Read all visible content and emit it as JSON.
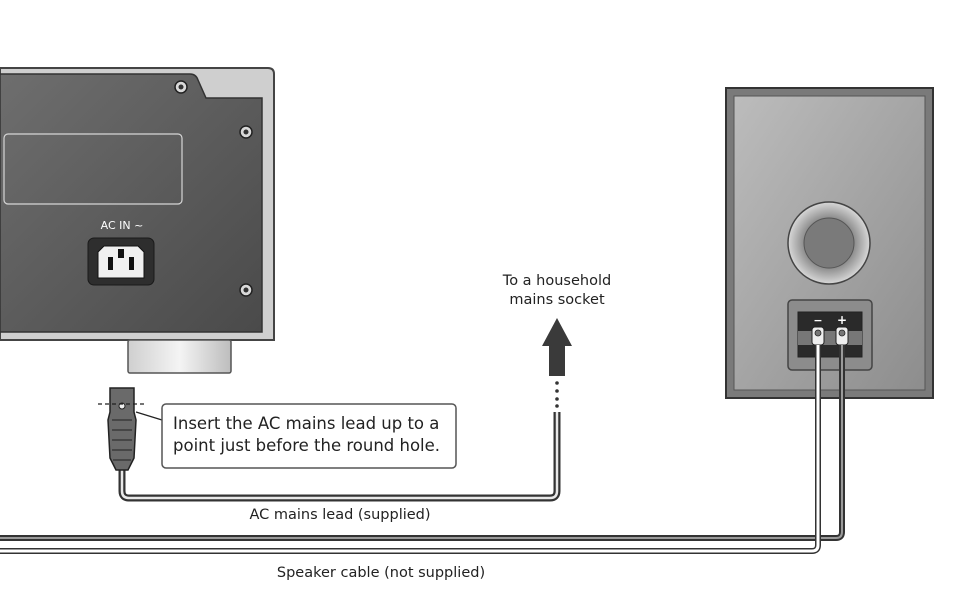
{
  "device": {
    "ac_in_label": "AC IN ~"
  },
  "labels": {
    "mains_socket_line1": "To a household",
    "mains_socket_line2": "mains socket",
    "callout_line1": "Insert the AC mains lead up to a",
    "callout_line2": "point just before the round hole.",
    "ac_lead": "AC mains lead (supplied)",
    "speaker_cable": "Speaker cable (not supplied)"
  },
  "speaker": {
    "terminal_minus": "−",
    "terminal_plus": "+"
  },
  "colors": {
    "panel": "#5a5a5a",
    "panel_edge": "#3a3a3a",
    "cable": "#333333",
    "speaker_face": "#a8a8a8"
  }
}
